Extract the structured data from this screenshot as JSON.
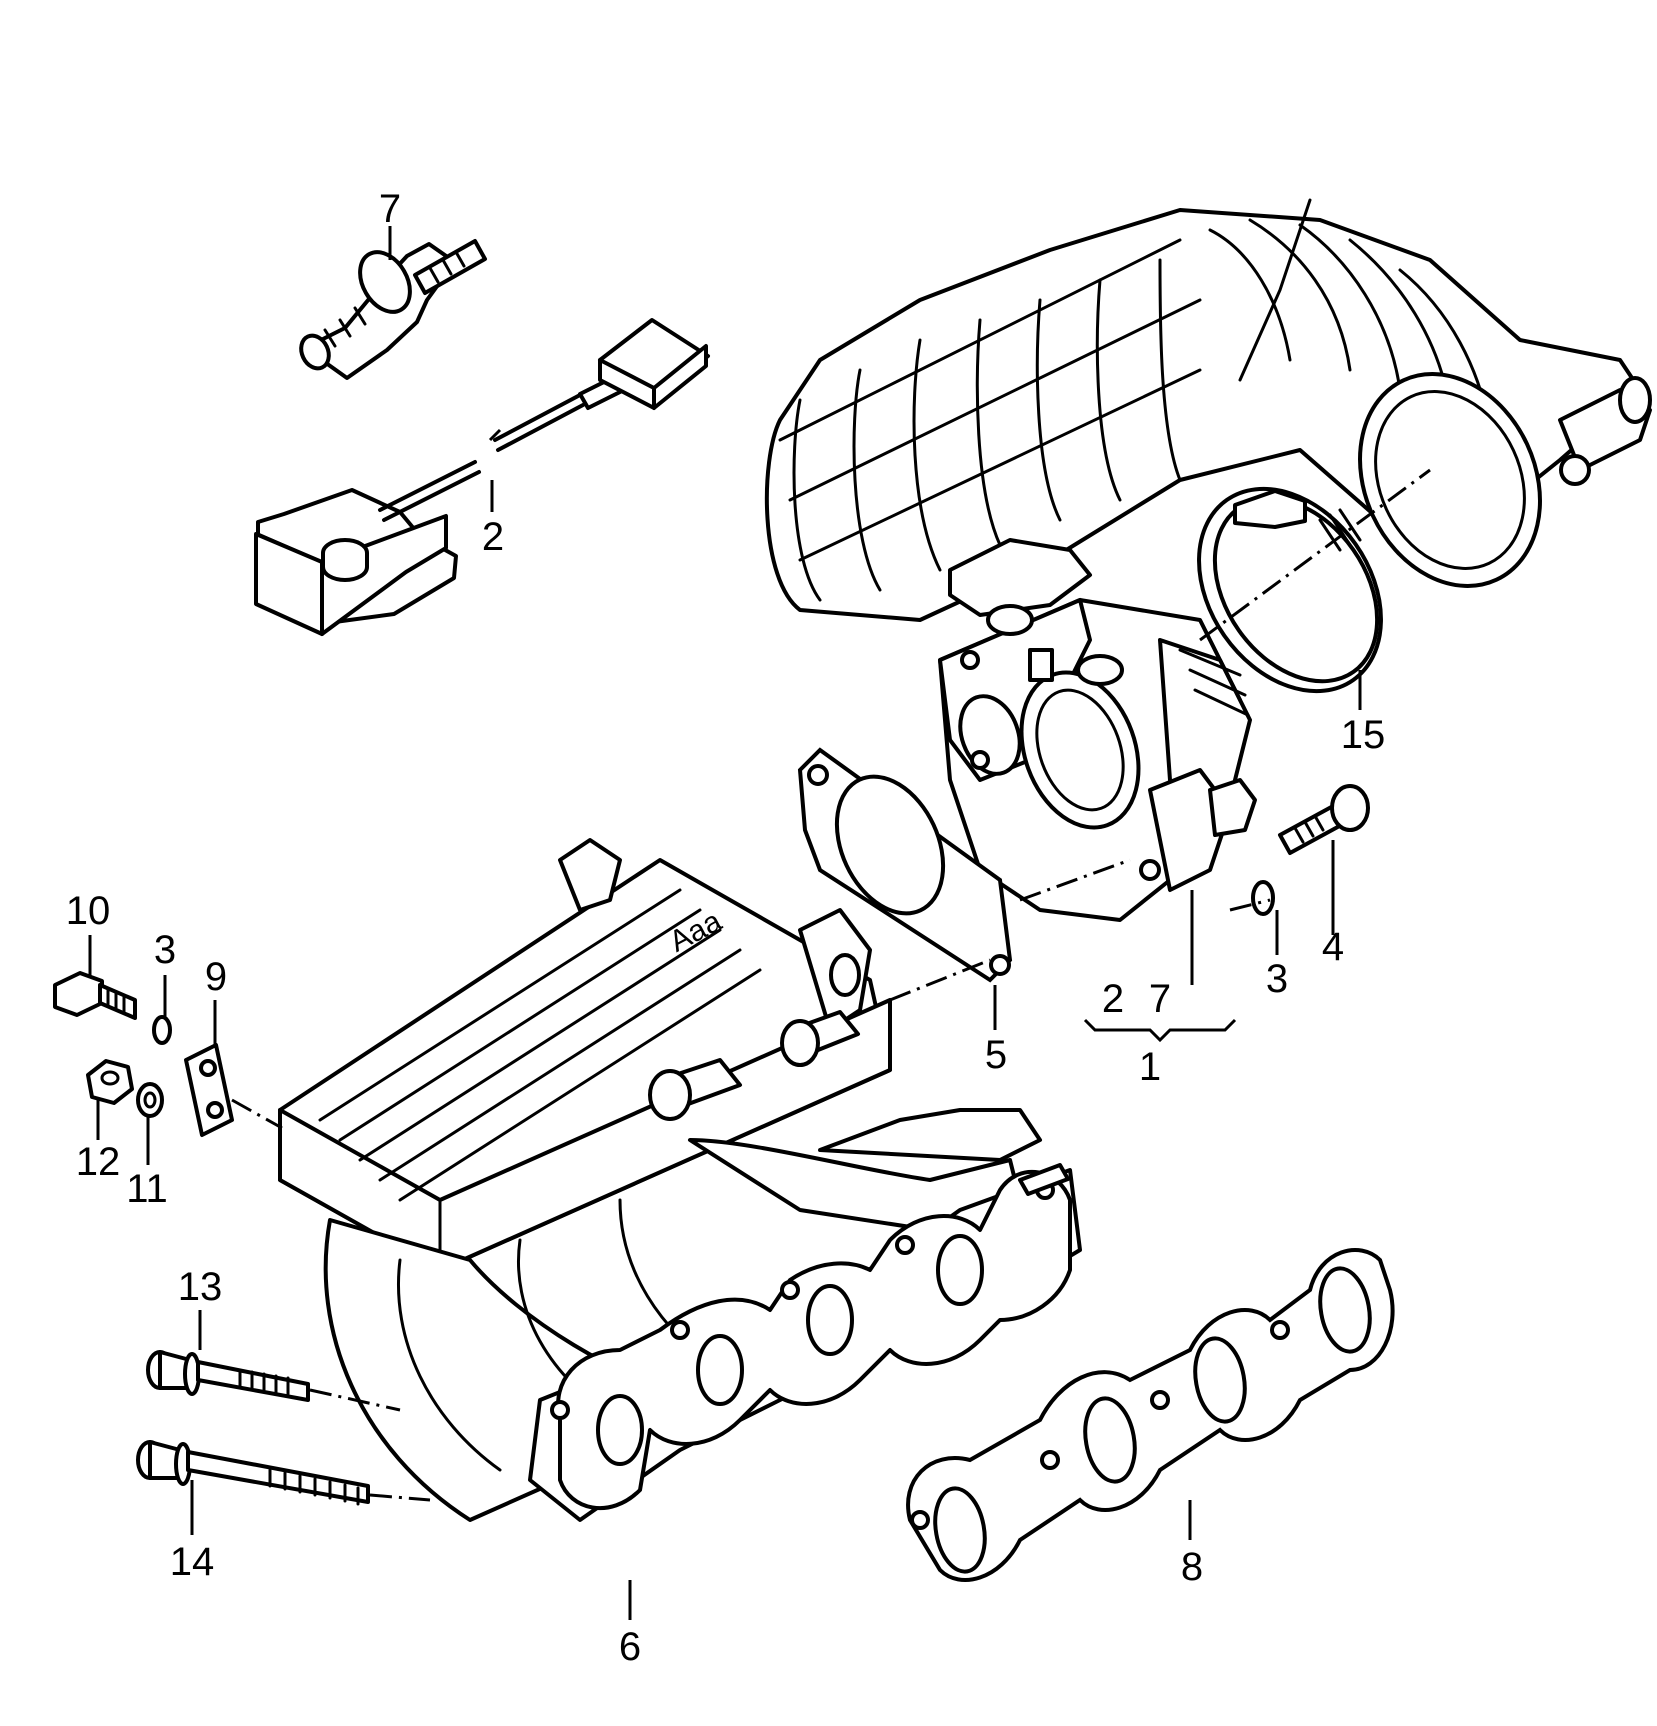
{
  "diagram": {
    "callouts": [
      {
        "id": "c7-top",
        "text": "7"
      },
      {
        "id": "c2-left",
        "text": "2"
      },
      {
        "id": "c15",
        "text": "15"
      },
      {
        "id": "c10",
        "text": "10"
      },
      {
        "id": "c3-left",
        "text": "3"
      },
      {
        "id": "c9",
        "text": "9"
      },
      {
        "id": "c12",
        "text": "12"
      },
      {
        "id": "c11",
        "text": "11"
      },
      {
        "id": "c4",
        "text": "4"
      },
      {
        "id": "c3-right",
        "text": "3"
      },
      {
        "id": "c5",
        "text": "5"
      },
      {
        "id": "c2-group",
        "text": "2"
      },
      {
        "id": "c7-group",
        "text": "7"
      },
      {
        "id": "c1",
        "text": "1"
      },
      {
        "id": "c13",
        "text": "13"
      },
      {
        "id": "c14",
        "text": "14"
      },
      {
        "id": "c8",
        "text": "8"
      },
      {
        "id": "c6",
        "text": "6"
      }
    ],
    "manifold_cast_text": "Aaa"
  }
}
